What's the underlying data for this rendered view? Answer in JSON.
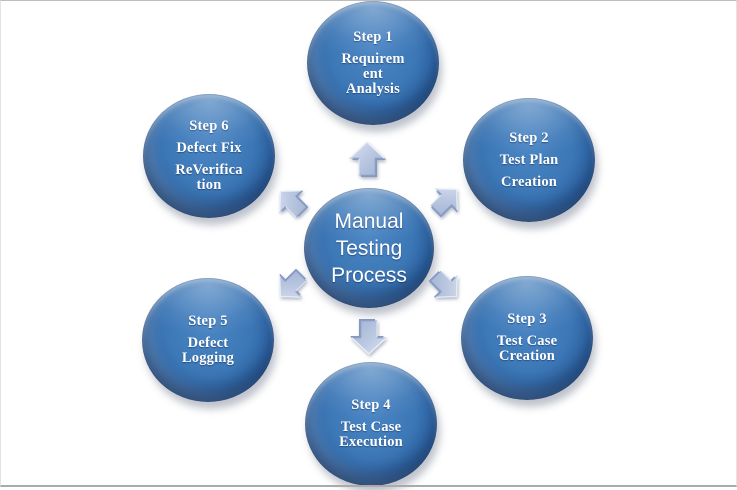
{
  "center": {
    "lines": [
      "Manual",
      "Testing",
      "Process"
    ]
  },
  "steps": [
    {
      "name": "step-1",
      "paragraphs": [
        [
          "Step 1"
        ],
        [
          "Requirem",
          "ent",
          "Analysis"
        ]
      ]
    },
    {
      "name": "step-2",
      "paragraphs": [
        [
          "Step 2"
        ],
        [
          "Test Plan"
        ],
        [
          "Creation"
        ]
      ]
    },
    {
      "name": "step-3",
      "paragraphs": [
        [
          "Step 3"
        ],
        [
          "Test Case",
          "Creation"
        ]
      ]
    },
    {
      "name": "step-4",
      "paragraphs": [
        [
          "Step 4"
        ],
        [
          "Test Case",
          "Execution"
        ]
      ]
    },
    {
      "name": "step-5",
      "paragraphs": [
        [
          "Step 5"
        ],
        [
          "Defect",
          "Logging"
        ]
      ]
    },
    {
      "name": "step-6",
      "paragraphs": [
        [
          "Step 6"
        ],
        [
          "Defect Fix"
        ],
        [
          "ReVerifica",
          "tion"
        ]
      ]
    }
  ],
  "arrows": [
    {
      "name": "arrow-up-icon",
      "direction": "up"
    },
    {
      "name": "arrow-upper-right-icon",
      "direction": "upper-right"
    },
    {
      "name": "arrow-lower-right-icon",
      "direction": "lower-right"
    },
    {
      "name": "arrow-down-icon",
      "direction": "down"
    },
    {
      "name": "arrow-lower-left-icon",
      "direction": "lower-left"
    },
    {
      "name": "arrow-upper-left-icon",
      "direction": "upper-left"
    }
  ],
  "colors": {
    "circle_fill": "#3c77b6",
    "circle_dark_rim": "#17406f",
    "arrow_fill": "#bcc9e2",
    "arrow_edge": "#8fa2c6",
    "text": "#ffffff",
    "background": "#ffffff",
    "border": "#b5b5b5"
  }
}
